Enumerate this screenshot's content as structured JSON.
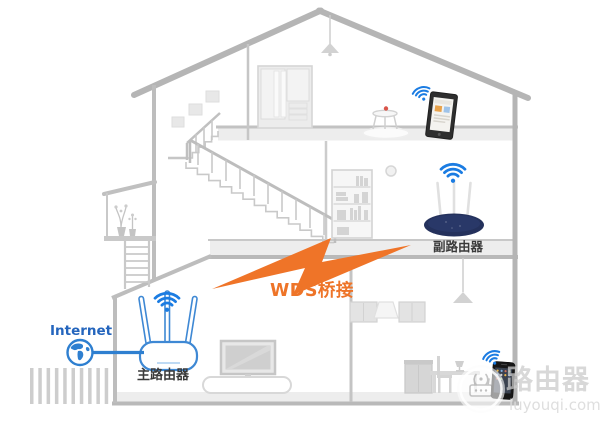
{
  "labels": {
    "internet": "Internet",
    "main_router": "主路由器",
    "secondary_router": "副路由器",
    "wds_bridge": "WDS桥接"
  },
  "watermark": {
    "brand": "路由器",
    "domain": "luyouqi.com"
  },
  "diagram": {
    "type": "network-topology",
    "scene": "three-story house cutaway illustration",
    "nodes": [
      {
        "id": "internet",
        "label": "Internet",
        "icon": "globe-icon"
      },
      {
        "id": "main-router",
        "label": "主路由器",
        "icon": "router-icon",
        "floor": "ground"
      },
      {
        "id": "secondary-router",
        "label": "副路由器",
        "icon": "router-icon",
        "floor": "middle"
      },
      {
        "id": "tablet",
        "icon": "tablet-icon",
        "floor": "attic"
      },
      {
        "id": "smartphone",
        "icon": "smartphone-icon",
        "floor": "ground"
      }
    ],
    "links": [
      {
        "from": "internet",
        "to": "main-router",
        "type": "wired-line"
      },
      {
        "from": "main-router",
        "to": "secondary-router",
        "type": "wireless-bridge",
        "label": "WDS桥接",
        "icon": "lightning-bolt-icon"
      }
    ]
  },
  "icons": {
    "wifi-icon": "three blue arcs with dot",
    "globe-icon": "blue globe with continents",
    "lightning-bolt-icon": "orange zigzag bolt",
    "watermark-logo-icon": "round badge with router glyph"
  },
  "colors": {
    "wifi_blue": "#1b7ce2",
    "internet_blue": "#2465bd",
    "router_outline_blue": "#3e88d4",
    "secondary_router_navy": "#24315c",
    "wds_orange": "#ee7428",
    "label_text": "#3a3a3a",
    "structure_gray": "#b5b5b5",
    "watermark_gray": "#cccccc"
  }
}
